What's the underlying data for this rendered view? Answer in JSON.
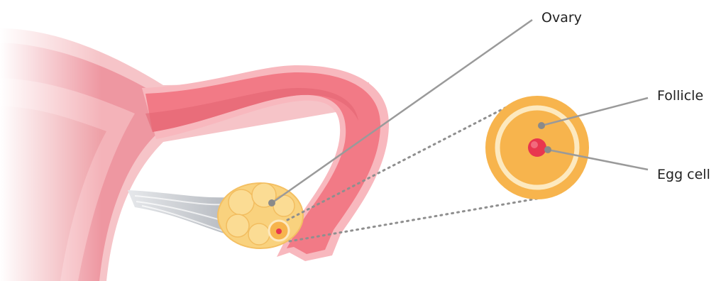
{
  "labels": {
    "ovary": "Ovary",
    "follicle": "Follicle",
    "egg_cell": "Egg cell"
  },
  "colors": {
    "tube_pink": "#f27a86",
    "tube_outline": "#f7b3b9",
    "uterus_wall": "#f3a7ae",
    "muscle": "#eb8a95",
    "ovary_yellow": "#f9d27e",
    "follicle_orange": "#f7b44d",
    "follicle_ring": "#fde9bf",
    "egg_red": "#e8364f",
    "ligament_gray": "#c9cdd2",
    "leader_line": "#9a9a9a"
  }
}
